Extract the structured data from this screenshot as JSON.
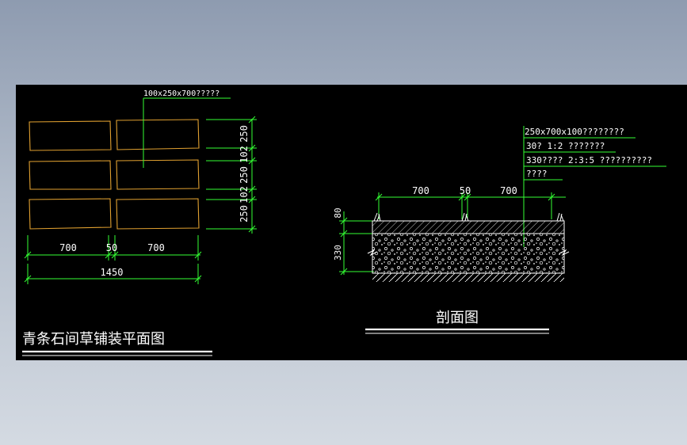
{
  "plan": {
    "title": "青条石间草铺装平面图",
    "leader_label": "100x250x700?????",
    "dims_vertical": [
      "250",
      "102",
      "250",
      "102",
      "250"
    ],
    "dims_horizontal": [
      "700",
      "50",
      "700"
    ],
    "dim_total": "1450"
  },
  "section": {
    "title": "剖面图",
    "layers": [
      "250x700x100????????",
      "30? 1:2  ???????",
      "330????  2:3:5  ??????????",
      "????"
    ],
    "dims_top": [
      "700",
      "50",
      "700"
    ],
    "dims_left": [
      "80",
      "330"
    ]
  },
  "colors": {
    "background": "#000000",
    "outline": "#ffffff",
    "stone": "#e0a030",
    "dimension": "#33ff33",
    "screen": "#9aa6b8"
  }
}
